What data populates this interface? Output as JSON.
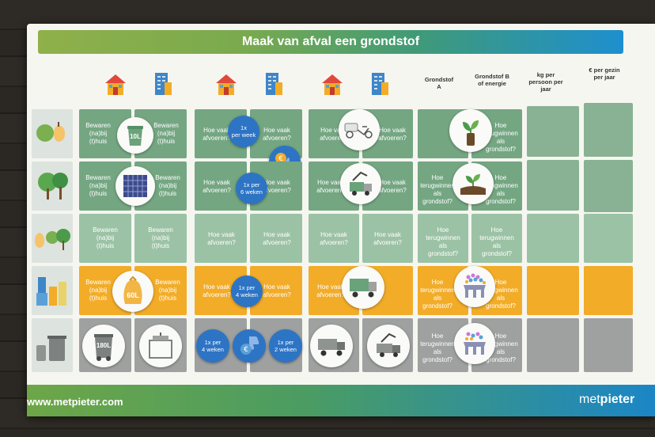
{
  "title": "Maak van afval een grondstof",
  "footer": {
    "url": "www.metpieter.com",
    "logo_a": "met",
    "logo_b": "pieter"
  },
  "col_headers": {
    "grondstof_a": "Grondstof A",
    "grondstof_b": "Grondstof B of energie",
    "kg_per_persoon": "kg per persoon per jaar",
    "euro_per_gezin": "€ per gezin per jaar"
  },
  "labels": {
    "bewaren": "Bewaren (na)bij (t)huis",
    "bewaren_lines": [
      "Bewaren",
      "(na)bij",
      "(t)huis"
    ],
    "afvoeren_lines": [
      "Hoe vaak",
      "afvoeren?"
    ],
    "afvoeren_short": "afvoeren?",
    "terugwinnen_lines": [
      "Hoe",
      "terugwinnen",
      "als grondstof?"
    ],
    "terugwinnen_b": [
      "Hoe",
      "terugwinnen",
      "als grondstof?"
    ]
  },
  "chips": {
    "freq_week": [
      "1x",
      "per week"
    ],
    "freq_6w": [
      "1x per",
      "6 weken"
    ],
    "freq_4w": [
      "1x per",
      "4 weken"
    ],
    "freq_4w_b": [
      "1x per",
      "4 weken"
    ],
    "freq_2w": [
      "1x per",
      "2 weken"
    ],
    "vol_10": "10L",
    "vol_60": "60L",
    "vol_180": "180L"
  },
  "colors": {
    "green": "#74a682",
    "orange": "#f2ac28",
    "grey": "#9ea1a0",
    "blue": "#2d74c4"
  }
}
